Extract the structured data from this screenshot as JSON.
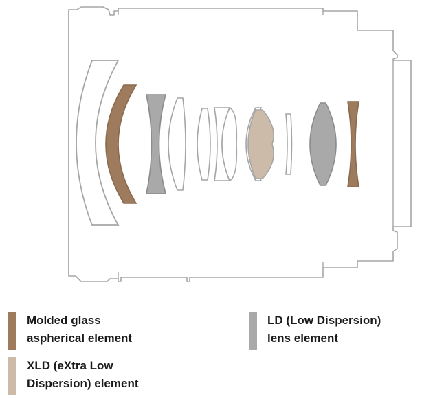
{
  "colors": {
    "outline": "#a6a6a6",
    "molded_aspherical": "#9e7b5c",
    "ld": "#a9a9a9",
    "xld": "#cdbba9",
    "plain": "#ffffff"
  },
  "legend": {
    "molded": {
      "line1": "Molded glass",
      "line2": "aspherical element",
      "color": "#9e7b5c"
    },
    "ld": {
      "line1": "LD (Low Dispersion)",
      "line2": "lens element",
      "color": "#a9a9a9"
    },
    "xld": {
      "line1": "XLD (eXtra Low",
      "line2": "Dispersion) element",
      "color": "#cdbba9"
    }
  }
}
